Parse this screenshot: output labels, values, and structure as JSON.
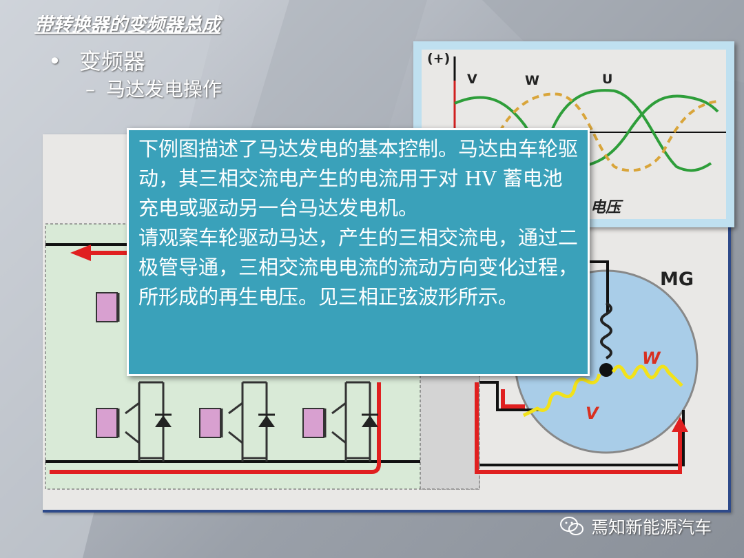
{
  "slide": {
    "title": "带转换器的变频器总成",
    "bullet_level1": "变频器",
    "bullet_level2": "马达发电操作",
    "bullet_dot": "•",
    "bullet_dash": "–"
  },
  "waveform": {
    "polarity_label": "(+)",
    "phase_labels": [
      "V",
      "W",
      "U"
    ],
    "caption_fragment": "电压"
  },
  "textbox": {
    "paragraphs": [
      "下例图描述了马达发电的基本控制。马达由车轮驱动，其三相交流电产生的电流用于对 HV 蓄电池充电或驱动另一台马达发电机。",
      "请观案车轮驱动马达，产生的三相交流电，通过二极管导通，三相交流电电流的流动方向变化过程，所形成的再生电压。见三相正弦波形所示。"
    ]
  },
  "motor": {
    "label": "MG",
    "coil_w": "W",
    "coil_v": "V"
  },
  "watermark": {
    "text": "焉知新能源汽车"
  },
  "colors": {
    "textbox_bg": "#3aa1ba",
    "current_path": "#e02020",
    "coil": "#f2e21a",
    "motor_fill": "#a9cde8",
    "wave_solid": "#2e9e3a",
    "wave_dashed": "#d9a53a",
    "module_fill": "#d9ead7",
    "switch_fill": "#d8a0d0"
  }
}
